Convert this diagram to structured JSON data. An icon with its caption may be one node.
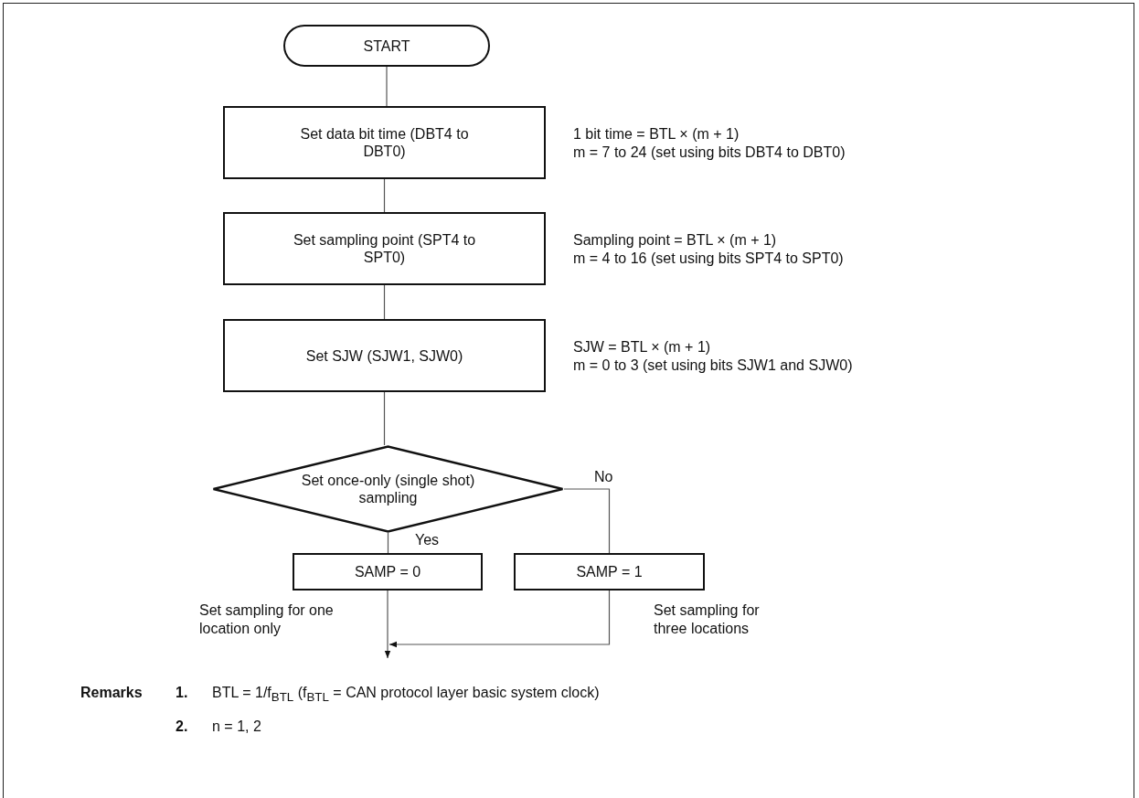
{
  "diagram": {
    "nodes": [
      {
        "text": [
          "START"
        ]
      },
      {
        "text": [
          "Set data bit time (DBT4 to DBT0)"
        ],
        "beside": [
          "1 bit time = BTL × (m + 1)",
          "m = 7 to 24 (set using bits DBT4 to DBT0)"
        ]
      },
      {
        "text": [
          "Set sampling point (SPT4 to SPT0)"
        ],
        "beside": [
          "Sampling point = BTL × (m + 1)",
          "m = 4 to 16 (set using bits SPT4 to SPT0)"
        ]
      },
      {
        "text": [
          "Set SJW (SJW1, SJW0)"
        ],
        "beside": [
          "SJW = BTL × (m + 1)",
          "m = 0 to 3 (set using bits SJW1 and SJW0)"
        ]
      },
      {
        "text": [
          "Set once-only (single shot) sampling"
        ]
      },
      {
        "text": [
          "SAMP = 0"
        ],
        "beside": [
          "Set sampling for one location only"
        ]
      },
      {
        "text": [
          "SAMP = 1"
        ],
        "beside": [
          "Set sampling for three locations"
        ]
      }
    ],
    "edges": [
      {
        "from": 0,
        "to": 1,
        "arrow": "none"
      },
      {
        "from": 1,
        "to": 2,
        "arrow": "none"
      },
      {
        "from": 2,
        "to": 3,
        "arrow": "none"
      },
      {
        "from": 3,
        "to": 4,
        "arrow": "none"
      },
      {
        "from": 4,
        "to": 5,
        "arrow": "none",
        "label": "Yes"
      },
      {
        "from": 4,
        "to": 6,
        "arrow": "none",
        "label": "No"
      },
      {
        "from": 5,
        "to": null,
        "arrow": "to"
      },
      {
        "from": 6,
        "to": null,
        "arrow": "to"
      }
    ],
    "labels": [
      "Remarks",
      "1.",
      "BTL = 1/f$_{BTL}$ (f$_{BTL}$ = CAN protocol layer basic system clock)",
      "2.",
      "n = 1, 2"
    ]
  }
}
